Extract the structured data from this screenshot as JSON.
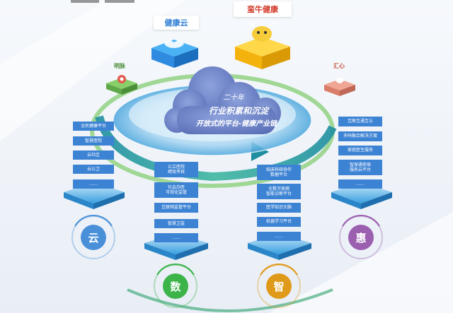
{
  "top_labels": {
    "health_cloud": "健康云",
    "manniu_health": "蛮牛健康",
    "mingmai": "明脉",
    "huixin": "汇心"
  },
  "cloud_text": {
    "line1": "二十年",
    "line2": "行业积累和沉淀",
    "line3": "开放式的平台-健康产业链"
  },
  "columns": [
    {
      "circle": "云",
      "color": "#4a90d9",
      "items": [
        "全民健康平台",
        "智慧医院",
        "云社区",
        "云公卫",
        "……"
      ]
    },
    {
      "circle": "数",
      "color": "#3cb44a",
      "items": [
        "公立医院\n绩效考核",
        "社会办医\n可视化监管",
        "互联网监管平台",
        "智慧卫监",
        "……"
      ]
    },
    {
      "circle": "智",
      "color": "#e09a1a",
      "items": [
        "临床科研协作\n数据平台",
        "全数字病理\n智能诊断平台",
        "医学知识大脑",
        "机器学习平台",
        "……"
      ]
    },
    {
      "circle": "惠",
      "color": "#9b5fb0",
      "items": [
        "互联互通互认",
        "多码融合解决方案",
        "家庭医生服务",
        "智保通商保\n服务云平台",
        "……"
      ]
    }
  ],
  "colors": {
    "block_blue": "#3d83d4",
    "ring_green": "#6cc070",
    "ring_teal": "#1f8f8f",
    "cloud": "#6a83c8",
    "cube_yellow": "#f4c320",
    "cube_blue": "#2f8be0",
    "cube_green": "#6ab85c",
    "cube_salmon": "#e38870"
  }
}
